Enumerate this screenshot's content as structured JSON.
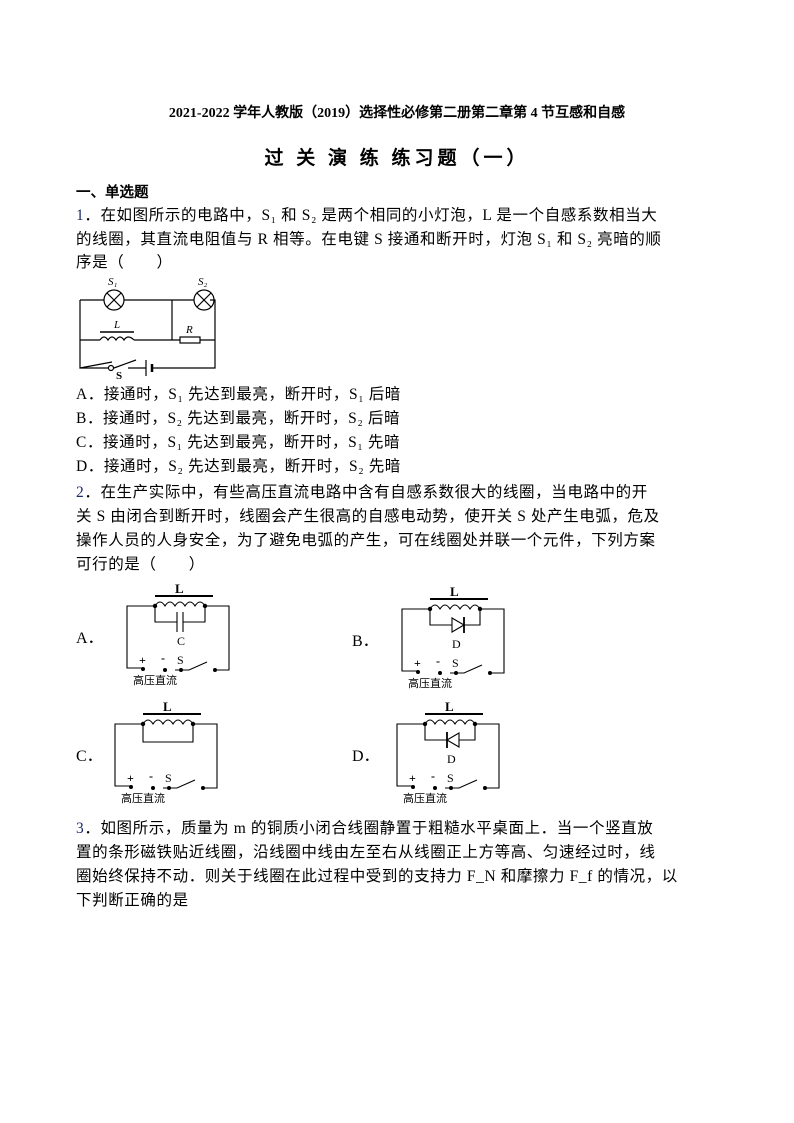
{
  "header": {
    "title": "2021-2022 学年人教版（2019）选择性必修第二册第二章第 4 节互感和自感",
    "subtitle": "过 关 演 练 练习题（一）"
  },
  "section": "一、单选题",
  "q1": {
    "num": "1",
    "lines": [
      "．在如图所示的电路中，S₁ 和 S₂ 是两个相同的小灯泡，L 是一个自感系数相当大",
      "的线圈，其直流电阻值与 R 相等。在电键 S 接通和断开时，灯泡 S₁ 和 S₂ 亮暗的顺",
      "序是（　　）"
    ],
    "figure": {
      "s1": "S₁",
      "s2": "S₂",
      "l": "L",
      "r": "R",
      "s": "S"
    },
    "options": [
      "A．接通时，S₁ 先达到最亮，断开时，S₁ 后暗",
      "B．接通时，S₂ 先达到最亮，断开时，S₂ 后暗",
      "C．接通时，S₁ 先达到最亮，断开时，S₁ 先暗",
      "D．接通时，S₂ 先达到最亮，断开时，S₂ 先暗"
    ]
  },
  "q2": {
    "num": "2",
    "lines": [
      "．在生产实际中，有些高压直流电路中含有自感系数很大的线圈，当电路中的开",
      "关 S 由闭合到断开时，线圈会产生很高的自感电动势，使开关 S 处产生电弧，危及",
      "操作人员的人身安全，为了避免电弧的产生，可在线圈处并联一个元件，下列方案",
      "可行的是（　　）"
    ],
    "options": [
      {
        "label": "A．",
        "element": "C"
      },
      {
        "label": "B．",
        "element": "D"
      },
      {
        "label": "C．",
        "element": ""
      },
      {
        "label": "D．",
        "element": "D"
      }
    ],
    "fig_text": {
      "l": "L",
      "plus": "+",
      "minus": "-",
      "s": "S",
      "source": "高压直流"
    }
  },
  "q3": {
    "num": "3",
    "lines": [
      "．如图所示，质量为 m 的铜质小闭合线圈静置于粗糙水平桌面上．当一个竖直放",
      "置的条形磁铁贴近线圈，沿线圈中线由左至右从线圈正上方等高、匀速经过时，线",
      "圈始终保持不动．则关于线圈在此过程中受到的支持力 F_N 和摩擦力 F_f 的情况，以",
      "下判断正确的是"
    ]
  }
}
